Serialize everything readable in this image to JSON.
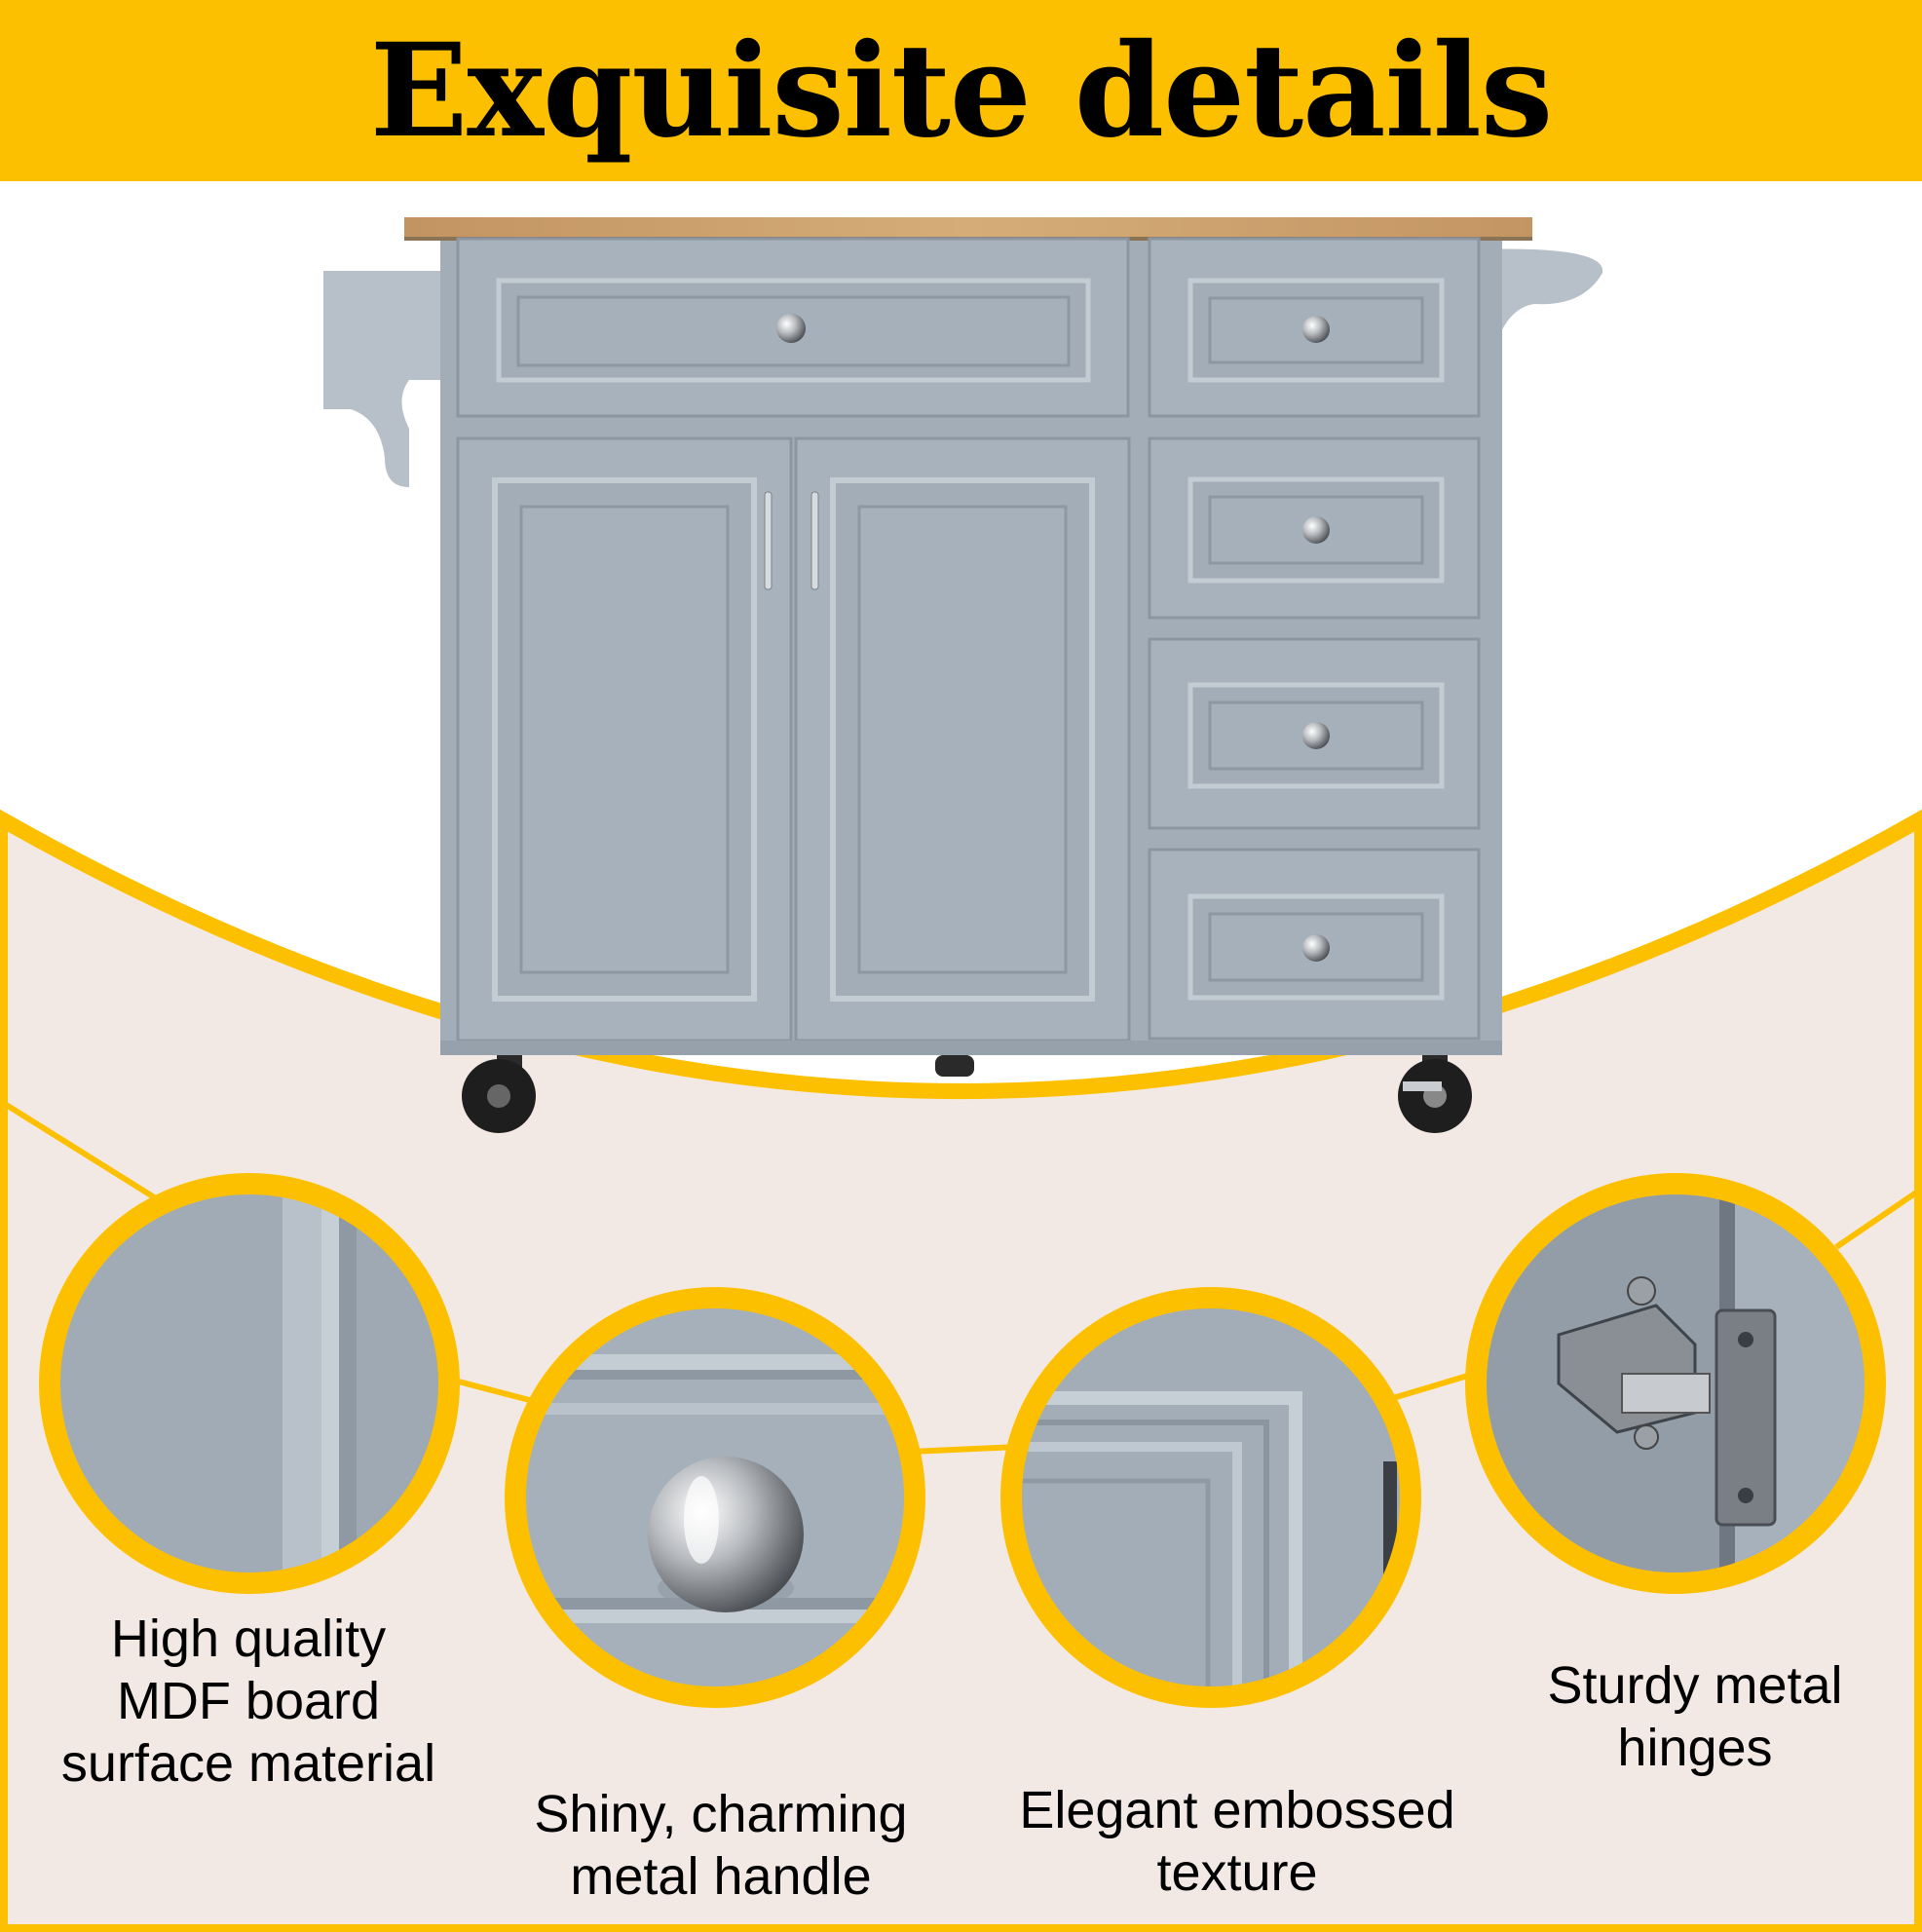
{
  "title": "Exquisite details",
  "colors": {
    "accent": "#fdc000",
    "cabinet": "#a2adb7",
    "countertop": "#c9a06c",
    "background": "#f3e9e4"
  },
  "details": [
    {
      "icon": "mdf-board-closeup",
      "lines": [
        "High quality",
        "MDF board",
        "surface material"
      ]
    },
    {
      "icon": "metal-knob-closeup",
      "lines": [
        "Shiny, charming",
        "metal handle"
      ]
    },
    {
      "icon": "embossed-panel-closeup",
      "lines": [
        "Elegant embossed",
        "texture"
      ]
    },
    {
      "icon": "metal-hinge-closeup",
      "lines": [
        "Sturdy metal",
        "hinges"
      ]
    }
  ]
}
